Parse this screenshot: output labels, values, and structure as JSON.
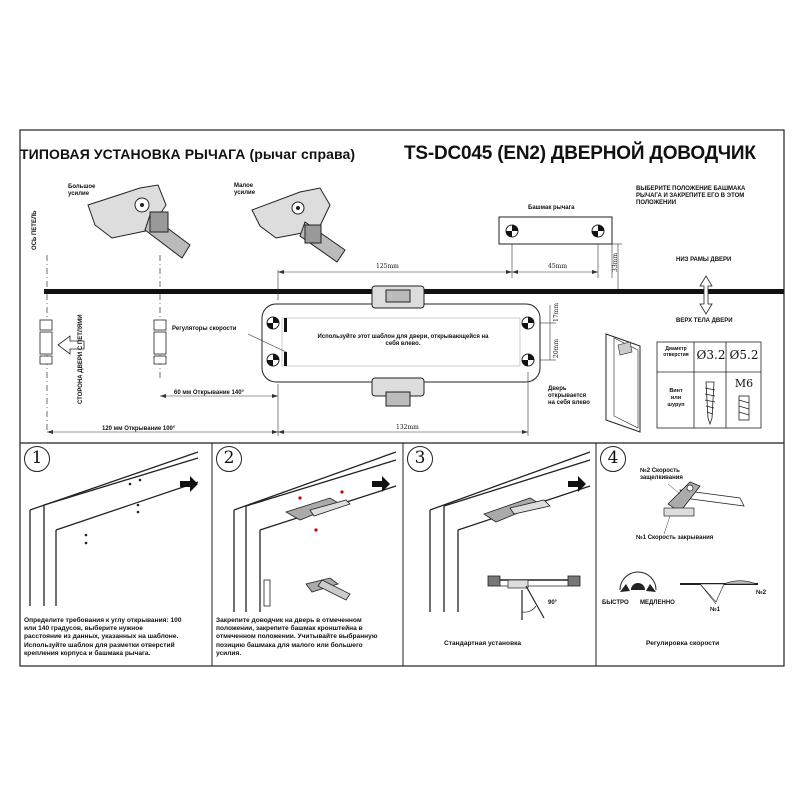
{
  "header": {
    "title_left": "ТИПОВАЯ УСТАНОВКА РЫЧАГА (рычаг справа)",
    "title_right": "TS-DC045 (EN2) ДВЕРНОЙ ДОВОДЧИК"
  },
  "template": {
    "large_force": "Большое\nусилие",
    "small_force": "Малое\nусилие",
    "hinge_axis": "ОСЬ ПЕТЕЛЬ",
    "hinge_side": "СТОРОНА ДВЕРИ С ПЕТЛЯМИ",
    "lever_shoe": "Башмак рычага",
    "choose_shoe": "ВЫБЕРИТЕ ПОЛОЖЕНИЕ БАШМАКА\nРЫЧАГА И ЗАКРЕПИТЕ ЕГО В ЭТОМ\nПОЛОЖЕНИИ",
    "frame_bottom": "НИЗ РАМЫ ДВЕРИ",
    "door_top": "ВЕРХ ТЕЛА ДВЕРИ",
    "speed_regulators": "Регуляторы скорости",
    "use_template": "Используйте этот шаблон для двери, открывающейся на\nсебя влево.",
    "door_opens_left": "Дверь\nоткрывается\nна себя влево",
    "dim_125": "125mm",
    "dim_45": "45mm",
    "dim_33": "33mm",
    "dim_17": "17mm",
    "dim_20": "20mm",
    "dim_132": "132mm",
    "opening_140": "60 мм   Открывание 140°",
    "opening_100": "120 мм   Открывание 100°"
  },
  "spec_table": {
    "hole_diameter": "Диаметр\nотверстия",
    "d1": "Ø3.2",
    "d2": "Ø5.2",
    "screw_label": "Винт\nили\nшуруп",
    "m6": "M6"
  },
  "steps": [
    {
      "number": "1",
      "text": "Определите требования к углу открывания: 100\nили 140 градусов, выберите нужное\nрасстояние из данных, указанных на шаблоне.\nИспользуйте шаблон для разметки отверстий\nкрепления корпуса и башмака рычага."
    },
    {
      "number": "2",
      "text": "Закрепите доводчик на дверь в отмеченном\nположении, закрепите башмак кронштейна в\nотмеченном положении. Учитывайте выбранную\nпозицию башмака для малого или большего\nусилия."
    },
    {
      "number": "3",
      "text": "Стандартная установка",
      "angle": "90°"
    },
    {
      "number": "4",
      "text": "Регулировка скорости",
      "speed2": "№2 Скорость\nзащелкивания",
      "speed1": "№1 Скорость закрывания",
      "fast": "БЫСТРО",
      "slow": "МЕДЛЕННО",
      "n1": "№1",
      "n2": "№2"
    }
  ]
}
